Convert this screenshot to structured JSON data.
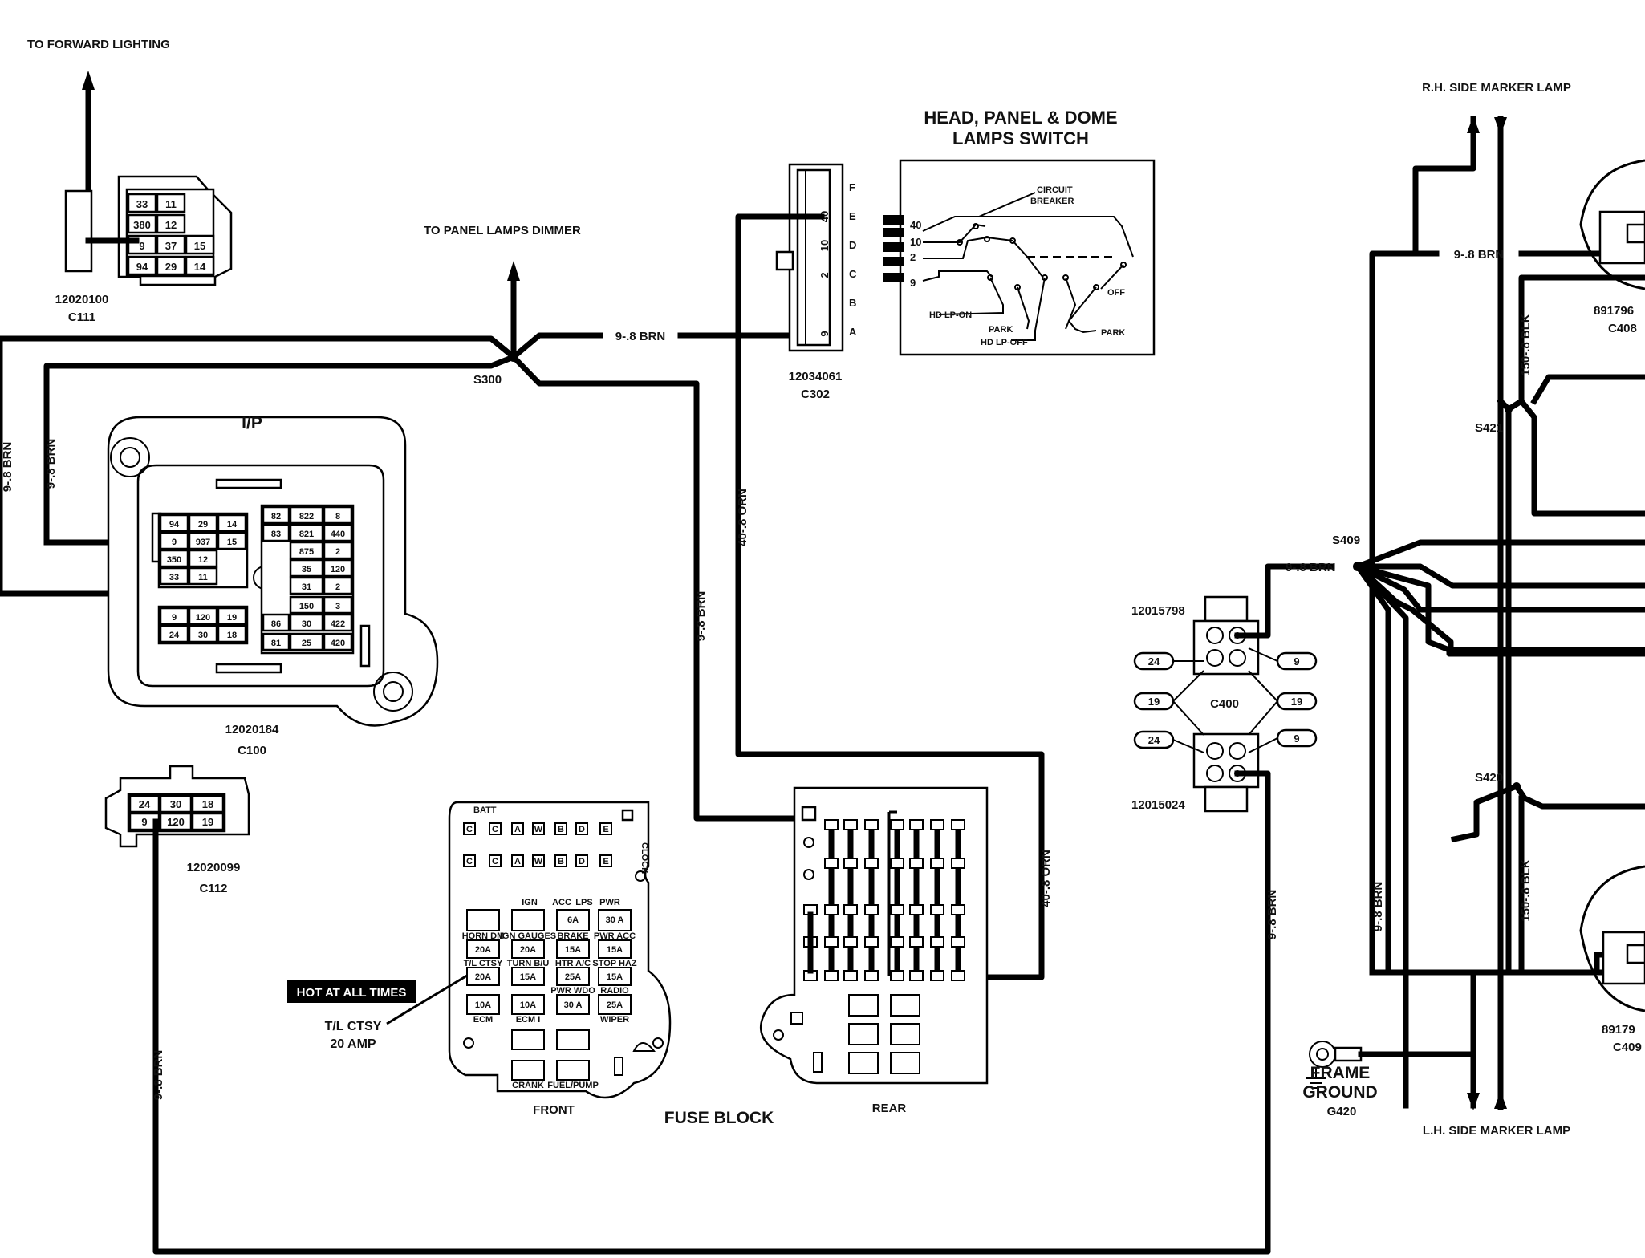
{
  "labels": {
    "to_forward_lighting": "TO FORWARD LIGHTING",
    "to_panel_lamps_dimmer": "TO PANEL LAMPS DIMMER",
    "rh_side_marker": "R.H. SIDE MARKER LAMP",
    "lh_side_marker": "L.H. SIDE MARKER LAMP",
    "head_title_1": "HEAD, PANEL & DOME",
    "head_title_2": "LAMPS SWITCH",
    "circuit_breaker_1": "CIRCUIT",
    "circuit_breaker_2": "BREAKER",
    "hd_lp_on": "HD LP-ON",
    "park": "PARK",
    "hd_lp_off": "HD LP-OFF",
    "off": "OFF",
    "park2": "PARK",
    "fuse_block": "FUSE BLOCK",
    "front": "FRONT",
    "rear": "REAR",
    "hot_at_all_times": "HOT AT ALL TIMES",
    "tl_ctsy": "T/L CTSY",
    "amp20": "20 AMP",
    "frame_ground_1": "FRAME",
    "frame_ground_2": "GROUND",
    "ip": "I/P",
    "batt": "BATT",
    "clock": "CLOCK"
  },
  "connectors": {
    "c111_part": "12020100",
    "c111_id": "C111",
    "c100_part": "12020184",
    "c100_id": "C100",
    "c112_part": "12020099",
    "c112_id": "C112",
    "c302_part": "12034061",
    "c302_id": "C302",
    "c400_top_part": "12015798",
    "c400_bot_part": "12015024",
    "c400_id": "C400",
    "c408_part": "891796",
    "c408_id": "C408",
    "c409_part": "89179",
    "c409_id": "C409",
    "g420": "G420"
  },
  "splices": {
    "s300": "S300",
    "s409": "S409",
    "s421": "S421",
    "s420": "S420"
  },
  "wires": {
    "w_9_brn": "9-.8 BRN",
    "w_40_orn": "40-.8 ORN",
    "w_150_blk": "150-.8 BLK"
  },
  "c111_cells": [
    [
      "33",
      "11"
    ],
    [
      "380",
      "12"
    ],
    [
      "9",
      "37",
      "15"
    ],
    [
      "94",
      "29",
      "14"
    ]
  ],
  "c112_cells": [
    [
      "24",
      "30",
      "18"
    ],
    [
      "9",
      "120",
      "19"
    ]
  ],
  "c400_pins": {
    "left_a": "24",
    "right_a": "9",
    "left_b": "19",
    "right_b": "19",
    "left_c": "24",
    "right_c": "9"
  },
  "c302_pins": [
    "F",
    "E",
    "D",
    "C",
    "B",
    "A"
  ],
  "c302_wires": [
    "40",
    "10",
    "2",
    "9"
  ],
  "switch_circuits": [
    "40",
    "10",
    "2",
    "9"
  ],
  "ip_left_top": [
    [
      "94",
      "29",
      "14"
    ],
    [
      "9",
      "937",
      "15"
    ],
    [
      "350",
      "12",
      ""
    ],
    [
      "33",
      "11",
      ""
    ]
  ],
  "ip_left_bot": [
    [
      "9",
      "120",
      "19"
    ],
    [
      "24",
      "30",
      "18"
    ]
  ],
  "ip_right": [
    [
      "82",
      "822",
      "8"
    ],
    [
      "83",
      "821",
      "440"
    ],
    [
      "",
      "875",
      "2"
    ],
    [
      "",
      "35",
      "120"
    ],
    [
      "",
      "31",
      "2"
    ],
    [
      "",
      "150",
      "3"
    ],
    [
      "86",
      "30",
      "422"
    ],
    [
      "81",
      "25",
      "420"
    ]
  ],
  "front_fuses": {
    "row1": [
      "C",
      "C",
      "A",
      "W",
      "B",
      "D",
      "E"
    ],
    "row2": [
      "C",
      "C",
      "A",
      "W",
      "B",
      "D",
      "E"
    ],
    "hdr1": [
      "IGN",
      "ACC",
      "LPS",
      "PWR"
    ],
    "r1": [
      "",
      "",
      "6A",
      "30 A"
    ],
    "lab1": [
      "HORN DM",
      "IGN GAUGES",
      "BRAKE",
      "PWR ACC"
    ],
    "r2": [
      "20A",
      "20A",
      "15A",
      "15A"
    ],
    "lab2": [
      "T/L CTSY",
      "TURN B/U",
      "HTR A/C",
      "STOP HAZ"
    ],
    "r3": [
      "20A",
      "15A",
      "25A",
      "15A"
    ],
    "lab3": [
      "",
      "",
      "PWR WDO",
      "RADIO"
    ],
    "r4": [
      "10A",
      "10A",
      "30 A",
      "25A"
    ],
    "lab4": [
      "ECM",
      "ECM I",
      "",
      "WIPER"
    ],
    "lab5": [
      "CRANK",
      "FUEL/PUMP"
    ]
  }
}
